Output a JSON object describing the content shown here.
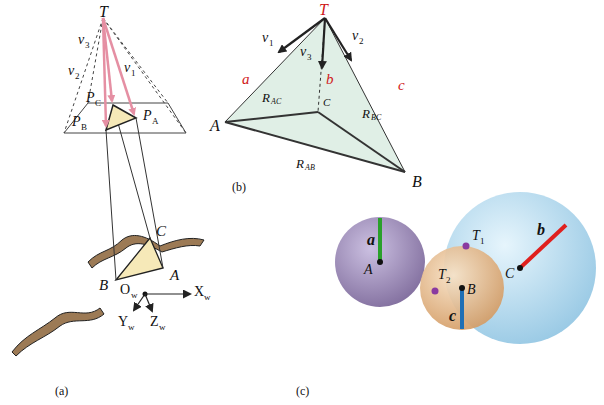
{
  "diagram": {
    "labels": [
      "T",
      "v",
      "3",
      "v",
      "2",
      "v",
      "1",
      "P",
      "C",
      "P",
      "B",
      "P",
      "A",
      "C",
      "B",
      "A",
      "O",
      "w",
      "X",
      "w",
      "Y",
      "w",
      "Z",
      "w",
      "(a)",
      "T",
      "v",
      "1",
      "v",
      "3",
      "v",
      "2",
      "a",
      "b",
      "c",
      "C",
      "R",
      "AC",
      "R",
      "BC",
      "R",
      "AB",
      "A",
      "B",
      "(b)",
      "a",
      "A",
      "T",
      "1",
      "T",
      "2",
      "b",
      "C",
      "B",
      "c",
      "(c)"
    ]
  }
}
